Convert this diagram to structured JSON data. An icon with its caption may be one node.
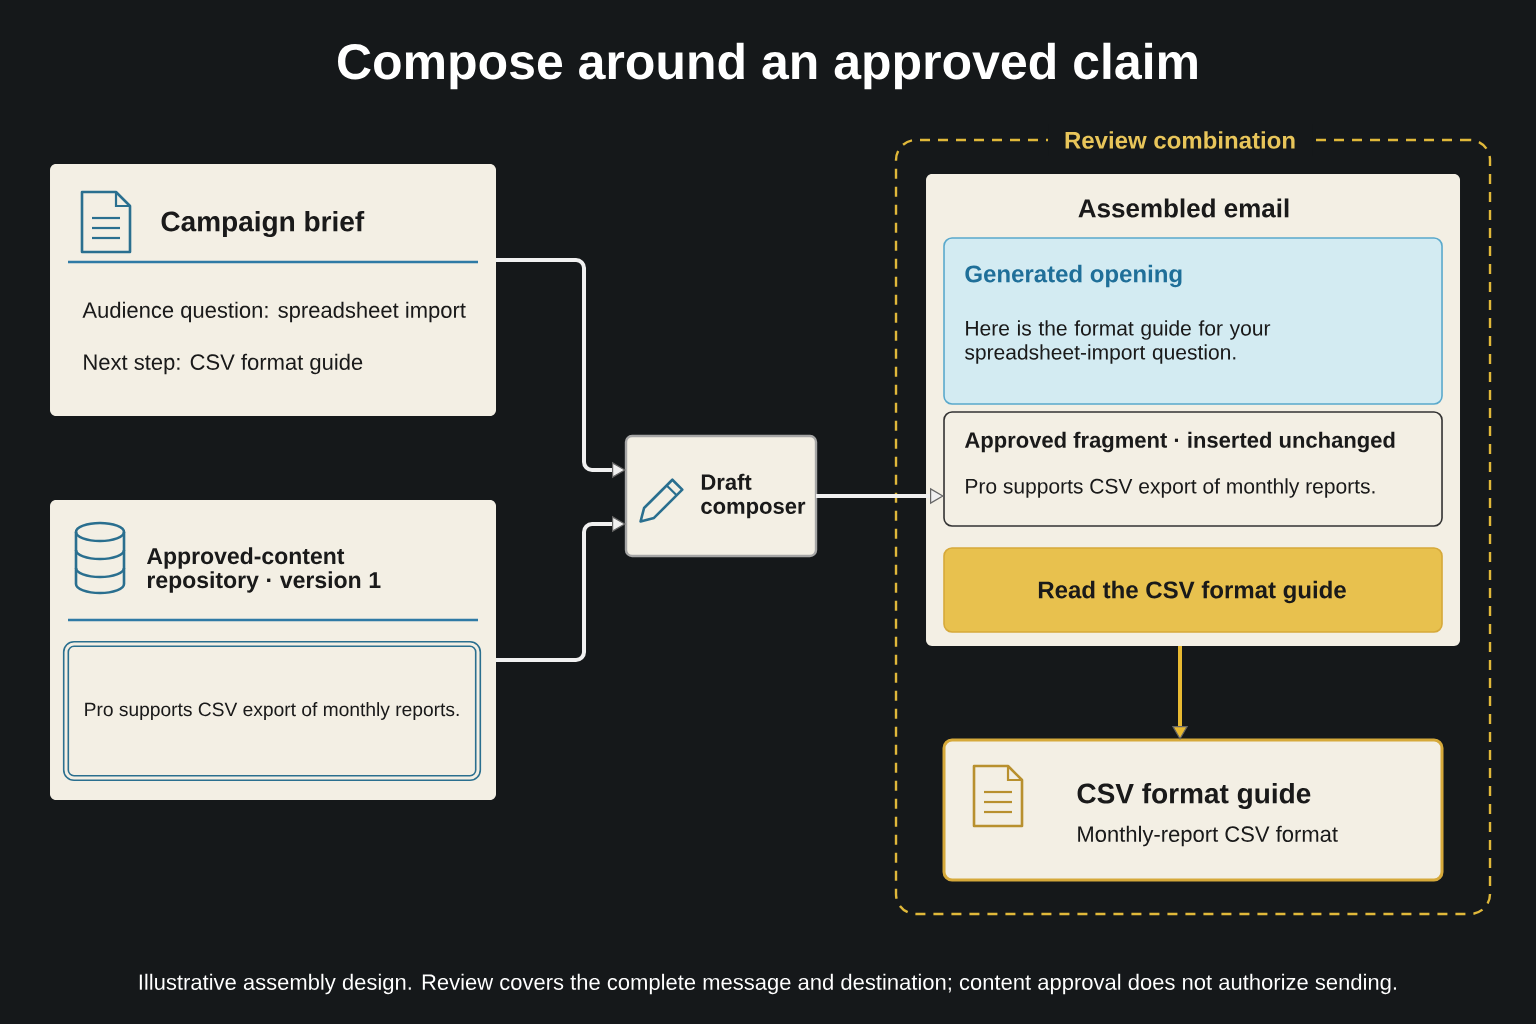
{
  "diagram": {
    "title": "Compose around an approved claim",
    "caption": "Illustrative assembly design. Review covers the complete message and destination; content approval does not authorize sending.",
    "nodes": [
      {
        "text": [
          "Campaign brief",
          "Audience question: spreadsheet import",
          "Next step: CSV format guide"
        ]
      },
      {
        "text": [
          "Approved-content repository · version 1"
        ]
      },
      {
        "text": [
          "Pro supports CSV export of monthly reports."
        ],
        "in": 1
      },
      {
        "text": [
          "Draft composer"
        ]
      },
      {
        "text": [
          "Review combination"
        ]
      },
      {
        "text": [
          "Assembled email"
        ],
        "in": 4
      },
      {
        "text": [
          "Generated opening",
          "Here is the format guide for your spreadsheet-import question."
        ],
        "in": 5
      },
      {
        "text": [
          "Approved fragment · inserted unchanged",
          "Pro supports CSV export of monthly reports."
        ],
        "in": 5
      },
      {
        "text": [
          "Read the CSV format guide"
        ],
        "in": 5
      },
      {
        "text": [
          "CSV format guide",
          "Monthly-report CSV format"
        ],
        "in": 4
      }
    ],
    "edges": [
      {
        "from": 0,
        "to": 3,
        "arrow": "to"
      },
      {
        "from": 1,
        "to": 3,
        "arrow": "to"
      },
      {
        "from": 3,
        "to": 7,
        "arrow": "to"
      },
      {
        "from": 5,
        "to": 9,
        "arrow": "to",
        "color": "#e8b931"
      }
    ]
  }
}
